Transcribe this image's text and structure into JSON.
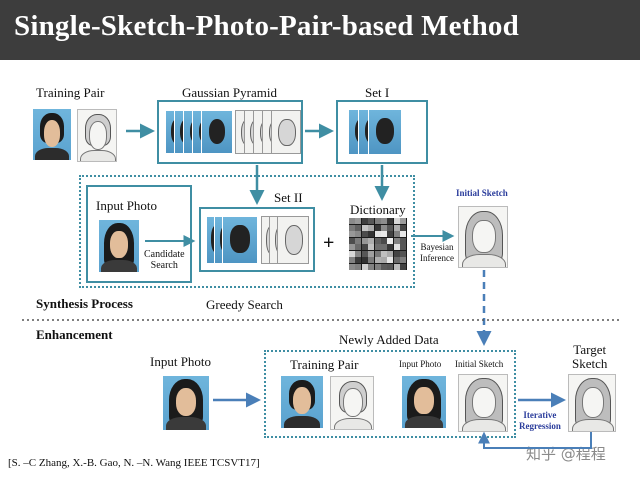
{
  "header": {
    "title": "Single-Sketch-Photo-Pair-based Method"
  },
  "synthesis": {
    "training_pair_label": "Training Pair",
    "gaussian_pyramid_label": "Gaussian Pyramid",
    "set1_label": "Set I",
    "set2_label": "Set II",
    "input_photo_label": "Input Photo",
    "candidate_search_label": "Candidate\nSearch",
    "dictionary_label": "Dictionary",
    "plus_sign": "+",
    "initial_sketch_label": "Initial Sketch",
    "bayesian_label": "Bayesian\nInference",
    "process_label": "Synthesis Process",
    "greedy_label": "Greedy Search"
  },
  "enhancement": {
    "section_label": "Enhancement",
    "newly_added_label": "Newly Added Data",
    "input_photo_label": "Input Photo",
    "training_pair_label": "Training Pair",
    "input_photo_small_label": "Input Photo",
    "initial_sketch_small_label": "Initial Sketch",
    "iterative_label": "Iterative\nRegression",
    "target_label": "Target\nSketch"
  },
  "citation": "[S. –C Zhang, X.-B. Gao, N. –N. Wang IEEE TCSVT17]",
  "watermark": "知乎 @程程",
  "colors": {
    "accent": "#3f8ea3",
    "arrow": "#4a7fb8",
    "highlight_text": "#2b3d9c",
    "title_bg": "#3d3d3d"
  }
}
